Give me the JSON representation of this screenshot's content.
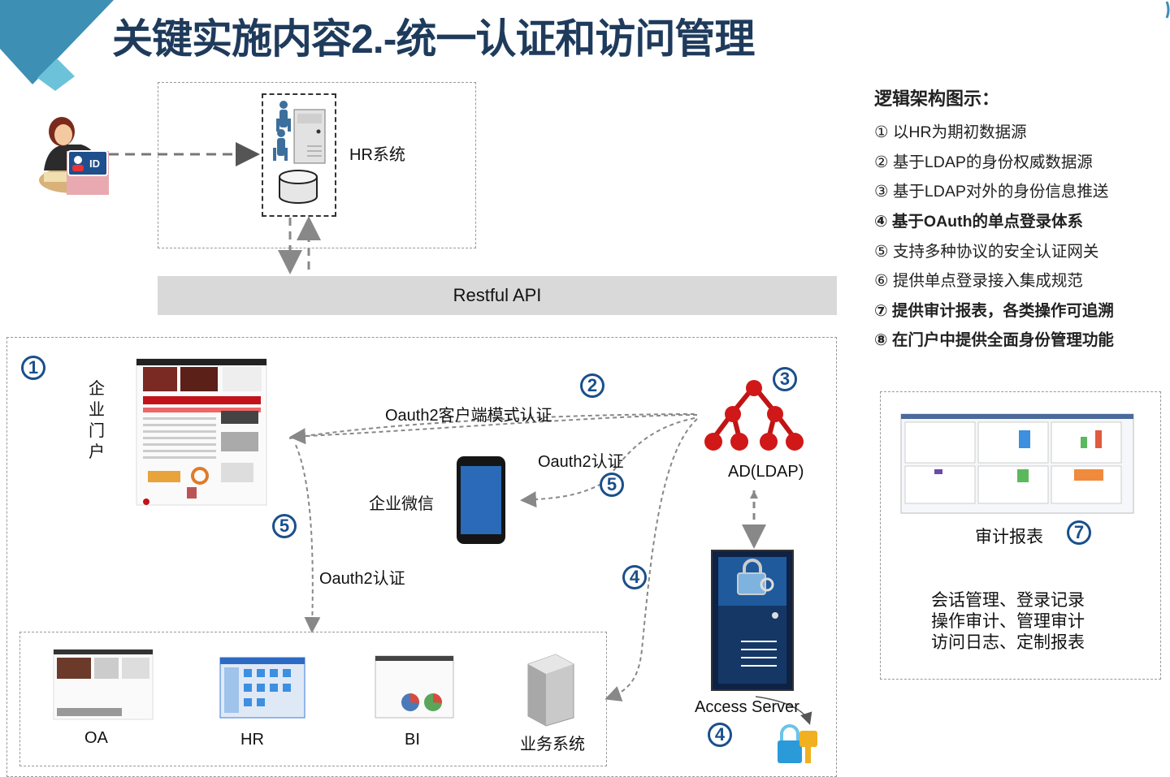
{
  "title": "关键实施内容2.-统一认证和访问管理",
  "hr_system_label": "HR系统",
  "restful_api": "Restful API",
  "enterprise_portal_label": "企业门户",
  "oauth_client_mode": "Oauth2客户端模式认证",
  "oauth2_auth_phone": "Oauth2认证",
  "oauth2_auth_apps": "Oauth2认证",
  "wechat_label": "企业微信",
  "ad_ldap_label": "AD(LDAP)",
  "access_server_label": "Access Server",
  "apps": [
    {
      "label": "OA"
    },
    {
      "label": "HR"
    },
    {
      "label": "BI"
    },
    {
      "label": "业务系统"
    }
  ],
  "badges": {
    "portal": "1",
    "oauth_client": "2",
    "ad": "3",
    "sso_line": "4",
    "access_server": "4",
    "wechat": "5",
    "apps": "5",
    "audit": "7"
  },
  "id_card_text": "ID",
  "legend": {
    "title": "逻辑架构图示：",
    "items": [
      {
        "text": "① 以HR为期初数据源",
        "bold": false
      },
      {
        "text": "② 基于LDAP的身份权威数据源",
        "bold": false
      },
      {
        "text": "③ 基于LDAP对外的身份信息推送",
        "bold": false
      },
      {
        "text": "④ 基于OAuth的单点登录体系",
        "bold": true
      },
      {
        "text": "⑤ 支持多种协议的安全认证网关",
        "bold": false
      },
      {
        "text": "⑥ 提供单点登录接入集成规范",
        "bold": false
      },
      {
        "text": "⑦ 提供审计报表，各类操作可追溯",
        "bold": true
      },
      {
        "text": "⑧ 在门户中提供全面身份管理功能",
        "bold": true
      }
    ]
  },
  "audit": {
    "label": "审计报表",
    "lines": [
      "会话管理、登录记录",
      "操作审计、管理审计",
      "访问日志、定制报表"
    ]
  },
  "colors": {
    "title": "#1f3b5c",
    "badge": "#1a4f8b",
    "accent_teal": "#3d9fc0",
    "ad_red": "#d01818",
    "server_navy": "#0d2244",
    "portal_red": "#c4121a"
  }
}
